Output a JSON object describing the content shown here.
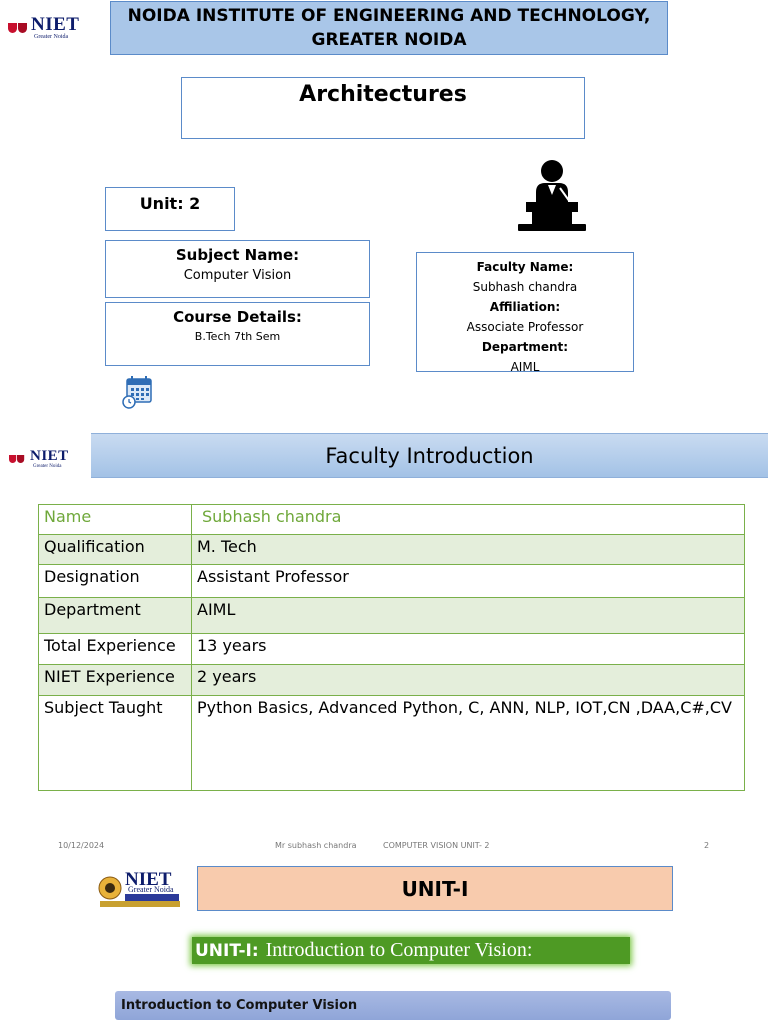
{
  "logo": {
    "name": "NIET",
    "tagline": "Greater Noida"
  },
  "slide1": {
    "institute": "NOIDA INSTITUTE OF ENGINEERING AND TECHNOLOGY, GREATER NOIDA",
    "topic": "Architectures",
    "unit": "Unit: 2",
    "subject_label": "Subject Name:",
    "subject_value": "Computer Vision",
    "course_label": "Course Details:",
    "course_value": "B.Tech 7th  Sem",
    "faculty": [
      {
        "label": "Faculty Name:",
        "value": "Subhash chandra"
      },
      {
        "label": "Affiliation:",
        "value": "Associate Professor"
      },
      {
        "label": "Department:",
        "value": "AIML"
      }
    ],
    "icons": [
      "speaker-podium-icon",
      "calendar-icon"
    ]
  },
  "slide2": {
    "title": "Faculty Introduction",
    "rows": [
      {
        "key": "Name",
        "value": "Subhash chandra"
      },
      {
        "key": "Qualification",
        "value": "M. Tech"
      },
      {
        "key": "Designation",
        "value": "Assistant Professor"
      },
      {
        "key": "Department",
        "value": "AIML"
      },
      {
        "key": "Total Experience",
        "value": "13 years"
      },
      {
        "key": "NIET Experience",
        "value": "2 years"
      },
      {
        "key": "Subject Taught",
        "value": "Python Basics, Advanced Python, C, ANN, NLP, IOT,CN ,DAA,C#,CV"
      }
    ],
    "footer": {
      "date": "10/12/2024",
      "author": "Mr subhash chandra",
      "course": "COMPUTER VISION  UNIT- 2",
      "page": "2"
    }
  },
  "slide3": {
    "logo_name": "NIET",
    "logo_tagline": "Greater Noida",
    "unit_banner": "UNIT-I",
    "unit_label": "UNIT-I:",
    "unit_title": "Introduction to Computer Vision:",
    "topic": "Introduction to Computer Vision"
  },
  "colors": {
    "banner_blue": "#a9c6e8",
    "box_border": "#5b8bc9",
    "table_border": "#7ab04a",
    "table_alt": "#e4eedb",
    "unit_peach": "#f8cbad",
    "unit_green": "#4e9a24"
  }
}
